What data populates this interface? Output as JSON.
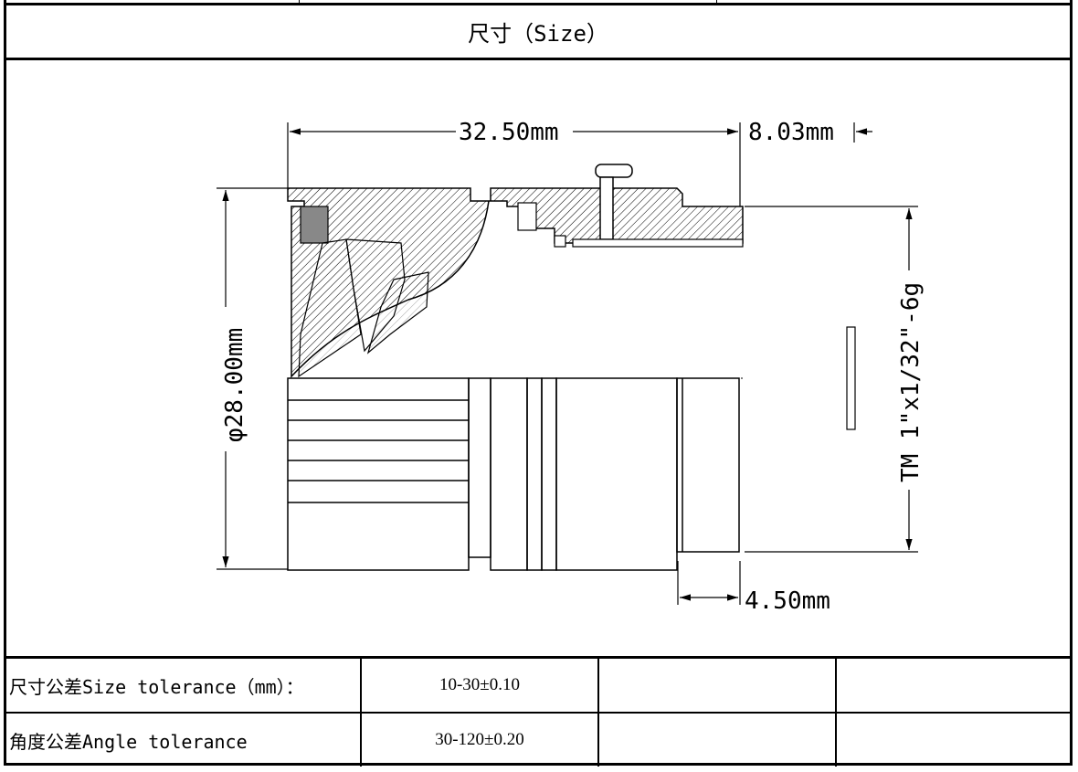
{
  "header": {
    "title": "尺寸（Size）"
  },
  "drawing": {
    "dim_overall_length": "32.50mm",
    "dim_mount_length": "8.03mm",
    "dim_diameter": "φ28.00mm",
    "dim_thread": "TM 1\"x1/32\"-6g",
    "dim_back_focus": "4.50mm"
  },
  "tolerances": {
    "rows": [
      {
        "label": "尺寸公差Size tolerance（mm）：",
        "value": "10-30±0.10",
        "col3": "",
        "col4": ""
      },
      {
        "label": "角度公差Angle tolerance",
        "value": "30-120±0.20",
        "col3": "",
        "col4": ""
      }
    ]
  }
}
